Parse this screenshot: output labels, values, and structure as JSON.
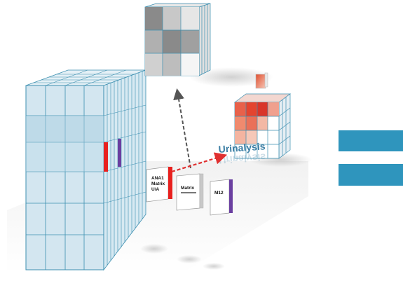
{
  "colors": {
    "bar": "#2f95bd",
    "cube_main": "#cfe3ee",
    "cube_edge": "#3c8fb0",
    "cube_gray": "#bdbdbd",
    "red_slice": "#e8201e",
    "purple_slice": "#6a3fa0",
    "arrow_red": "#e03030",
    "arrow_gray": "#555555",
    "urinalysis_text": "#3b7ea4"
  },
  "cards": [
    {
      "lines": [
        "ANA1",
        "Matrix",
        "U/A"
      ],
      "edge": "red"
    },
    {
      "lines": [
        "Matrix"
      ],
      "edge": "gray"
    },
    {
      "lines": [
        "M12"
      ],
      "edge": "purple"
    }
  ],
  "labels": {
    "urinalysis": "Urinalysis"
  },
  "bars": [
    {
      "name": "top-bar"
    },
    {
      "name": "bottom-bar"
    }
  ]
}
